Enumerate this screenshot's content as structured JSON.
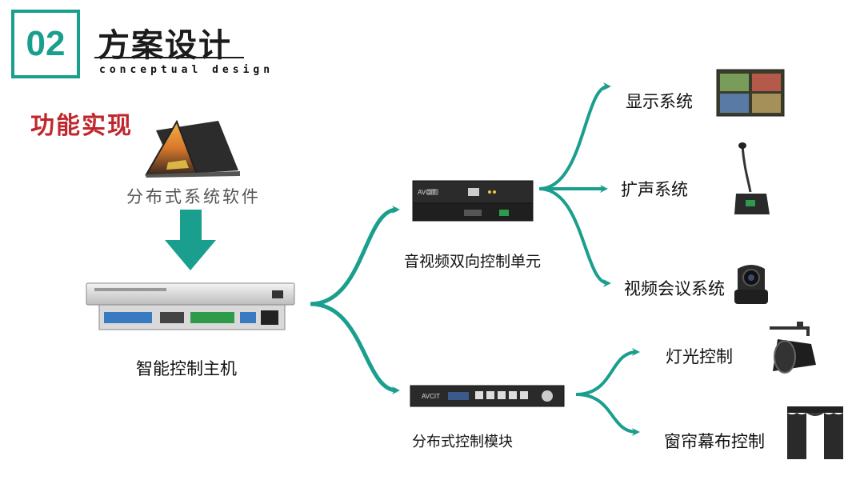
{
  "header": {
    "number": "02",
    "title": "方案设计",
    "subtitle": "conceptual design"
  },
  "section_title": "功能实现",
  "nodes": {
    "software": "分布式系统软件",
    "host": "智能控制主机",
    "av_unit": "音视频双向控制单元",
    "dist_module": "分布式控制模块",
    "display": "显示系统",
    "audio": "扩声系统",
    "video_conf": "视频会议系统",
    "lighting": "灯光控制",
    "curtain": "窗帘幕布控制"
  },
  "device_brand": "AVCIT",
  "colors": {
    "accent": "#1a9e8e",
    "section_red": "#c0272d"
  }
}
